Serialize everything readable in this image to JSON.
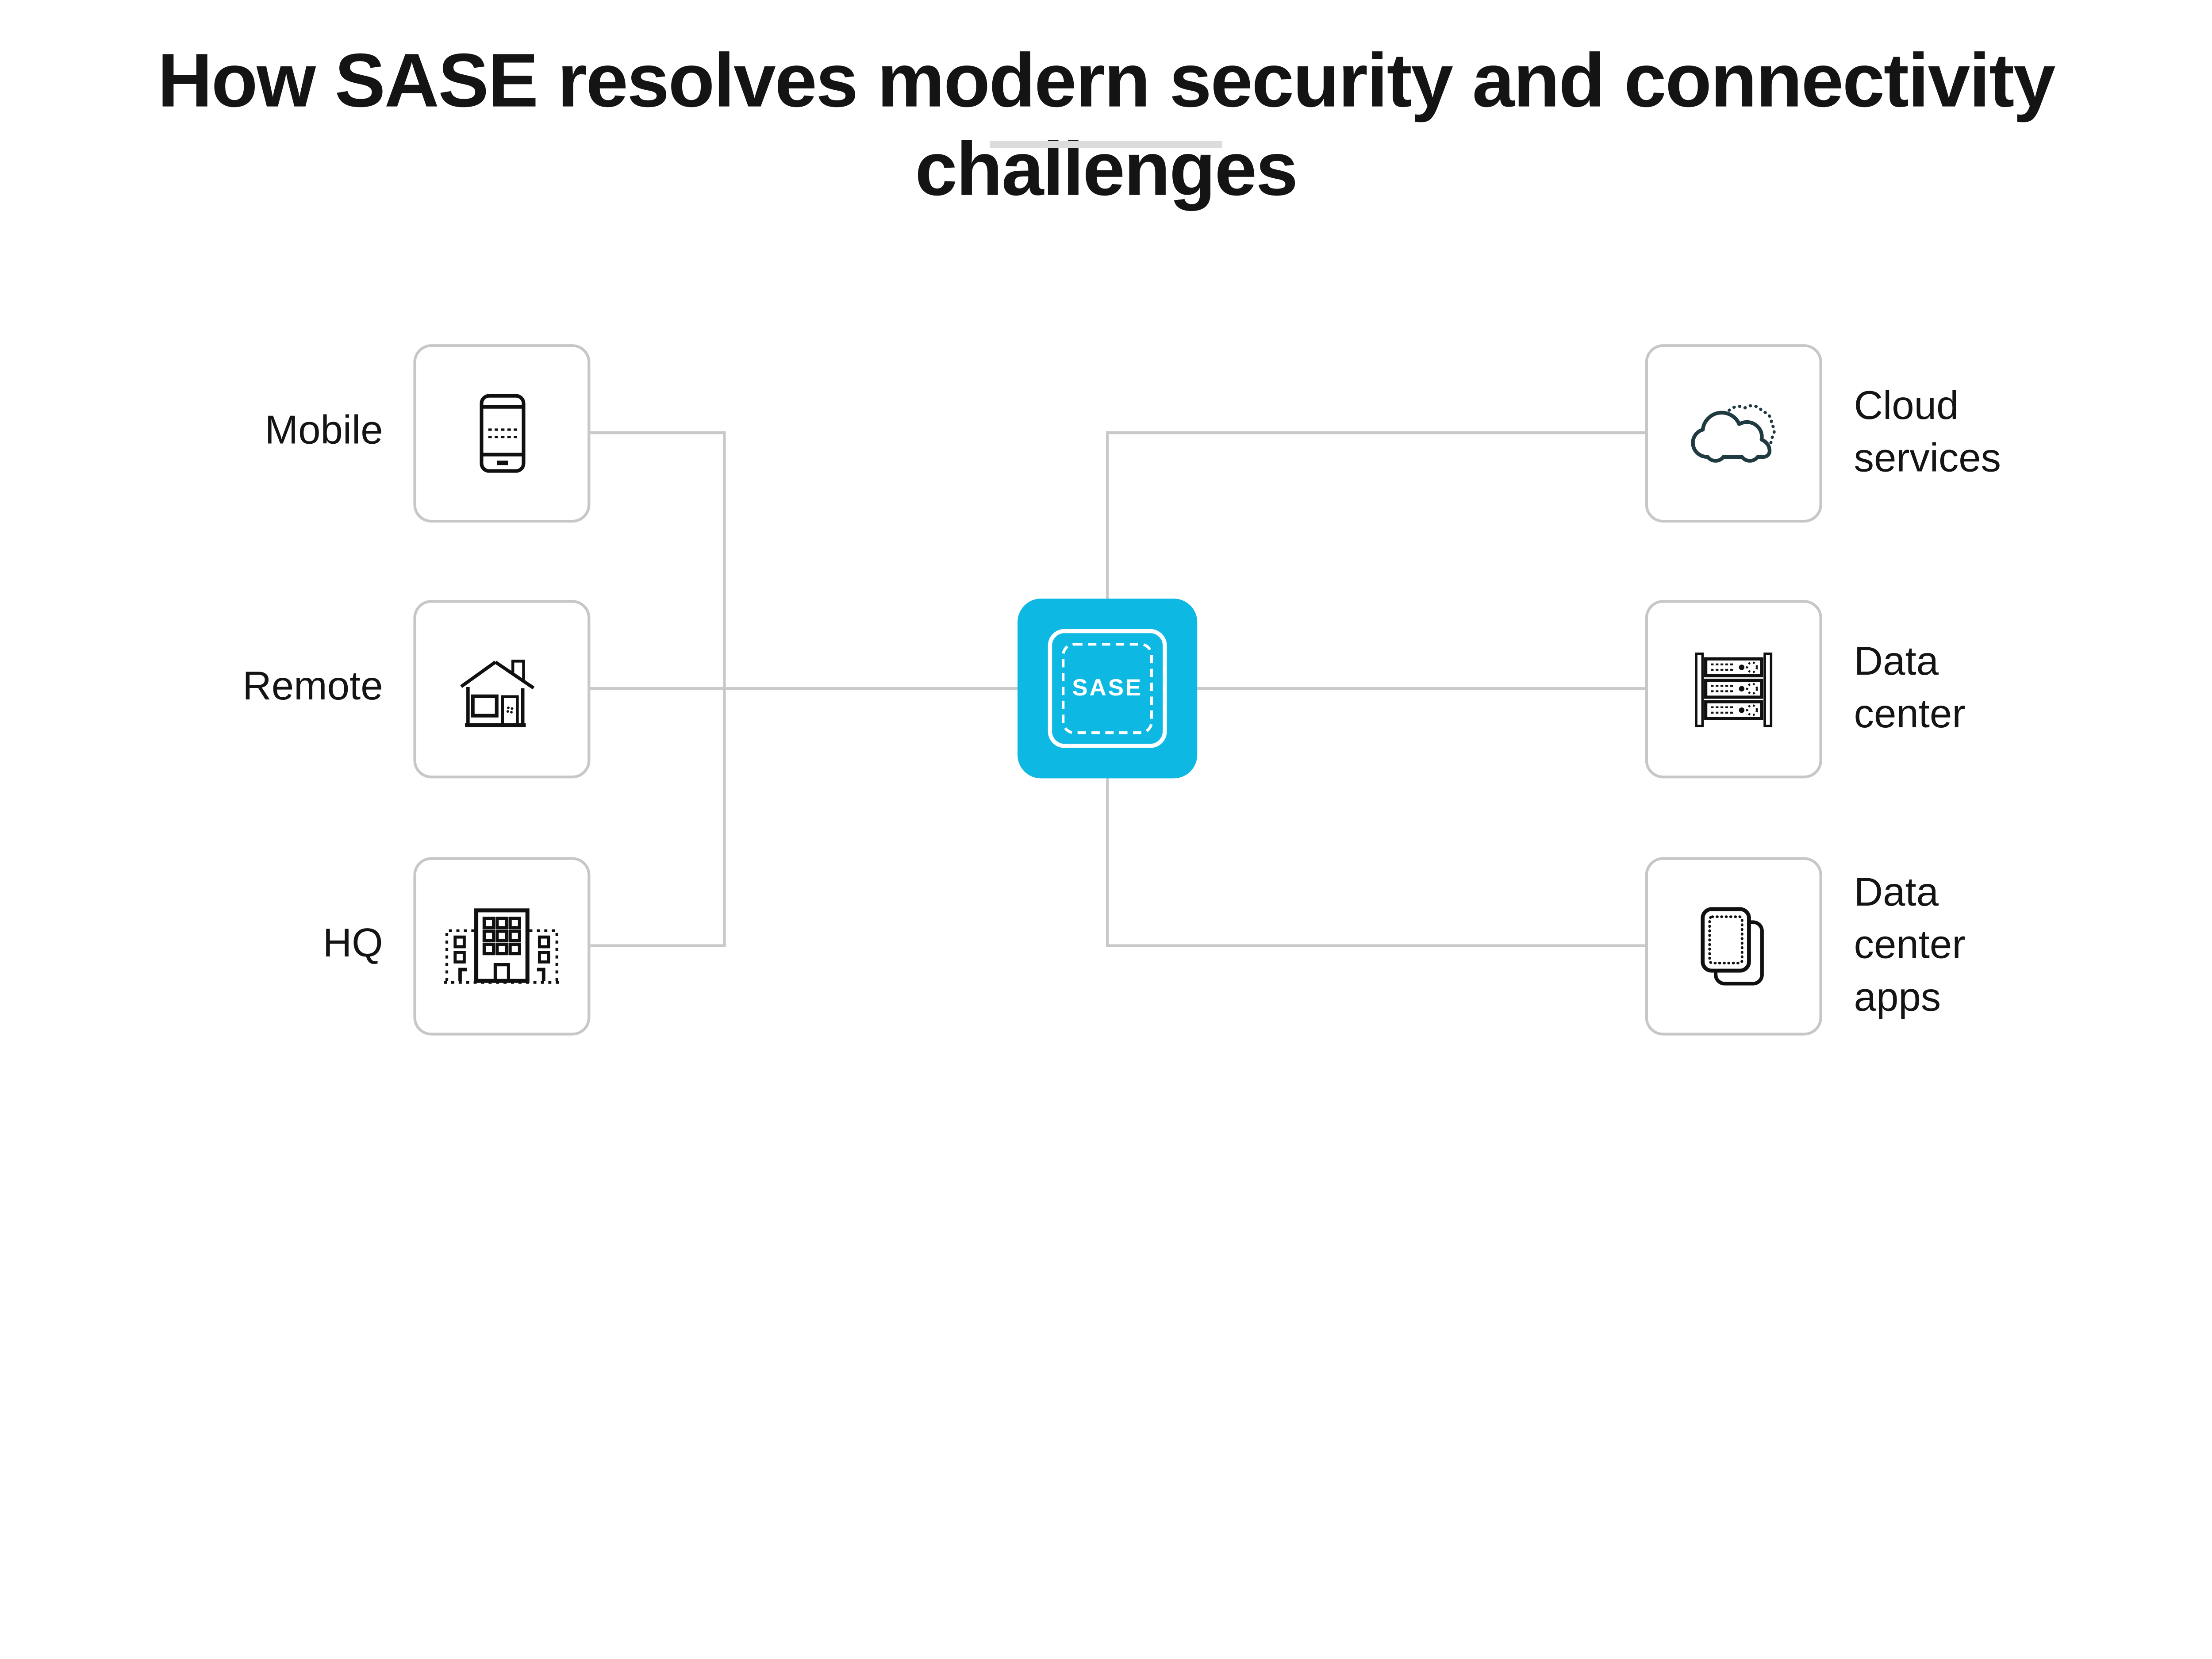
{
  "title": "How SASE resolves modern security and connectivity challenges",
  "center_node": {
    "label": "SASE",
    "icon": "sase-badge"
  },
  "left_nodes": [
    {
      "label": "Mobile",
      "icon": "smartphone-icon"
    },
    {
      "label": "Remote",
      "icon": "house-icon"
    },
    {
      "label": "HQ",
      "icon": "office-building-icon"
    }
  ],
  "right_nodes": [
    {
      "label": [
        "Cloud",
        "services"
      ],
      "icon": "cloud-icon"
    },
    {
      "label": [
        "Data",
        "center"
      ],
      "icon": "server-rack-icon"
    },
    {
      "label": [
        "Data",
        "center",
        "apps"
      ],
      "icon": "stacked-apps-icon"
    }
  ],
  "theme": {
    "accent": "#0db8e3",
    "icon_dark": "#101010",
    "icon_teal": "#1f3a41",
    "line_gray": "#c9c9c9",
    "box_border": "#c7c7c7",
    "divider": "#dcdcdc",
    "text": "#141414",
    "background": "#ffffff"
  }
}
